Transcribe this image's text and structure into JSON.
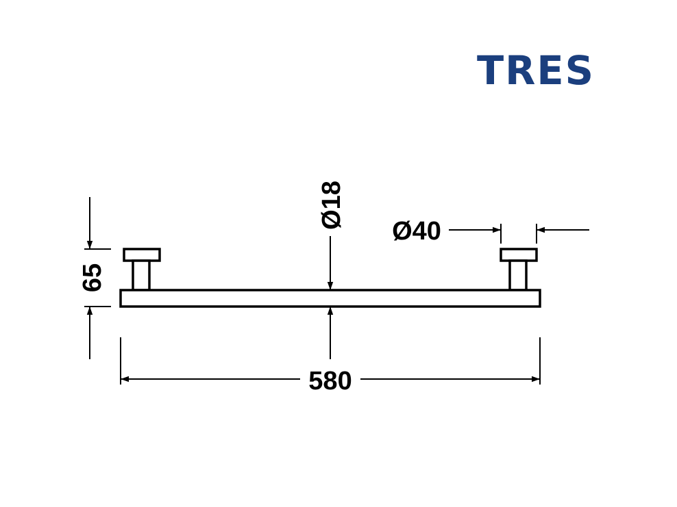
{
  "logo": {
    "text": "TRES",
    "color": "#1b3f7e"
  },
  "dimensions": {
    "height": "65",
    "bar_diameter": "Ø18",
    "base_diameter": "Ø40",
    "length": "580"
  }
}
